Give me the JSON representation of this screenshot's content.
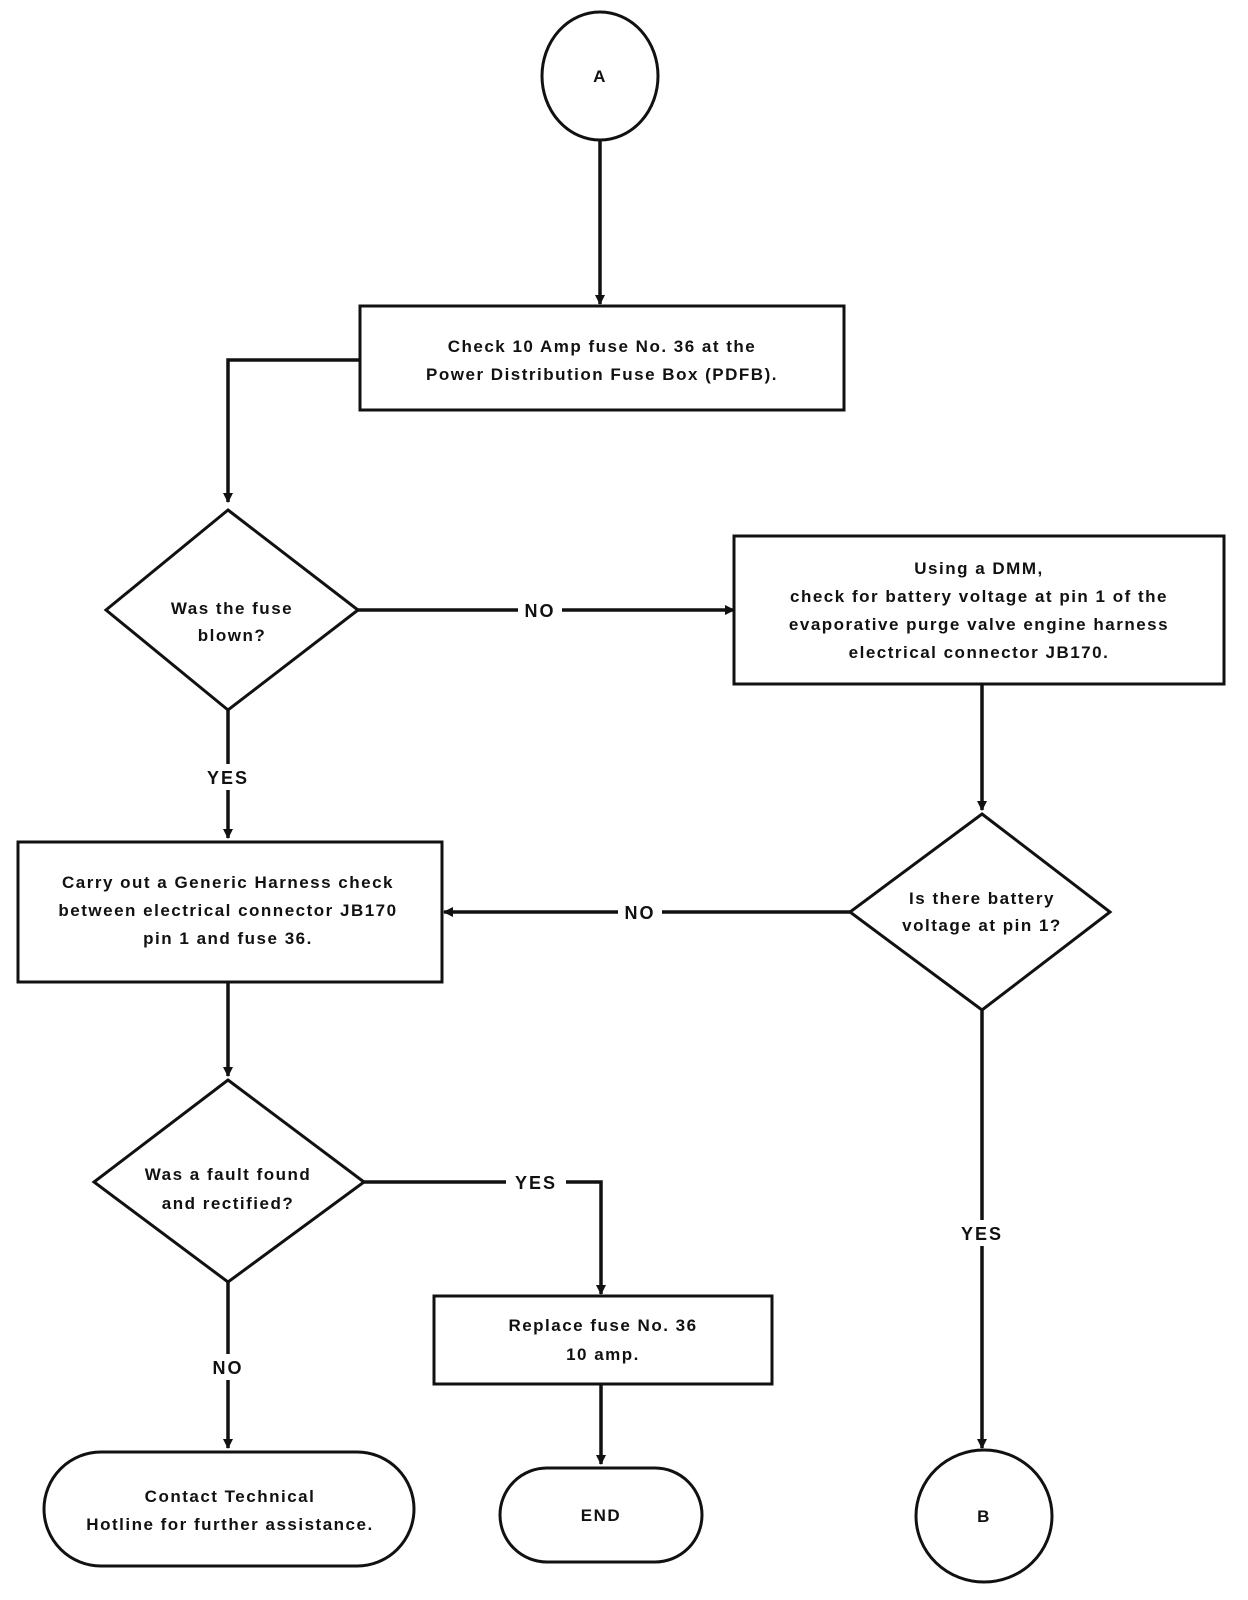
{
  "nodes": {
    "connector_a": "A",
    "check_fuse": [
      "Check 10 Amp fuse No. 36 at the",
      "Power Distribution Fuse Box (PDFB)."
    ],
    "fuse_blown": [
      "Was the fuse",
      "blown?"
    ],
    "using_dmm": [
      "Using a DMM,",
      "check for battery voltage at pin 1 of the",
      "evaporative purge valve engine harness",
      "electrical connector JB170."
    ],
    "generic_harness": [
      "Carry out a Generic Harness check",
      "between electrical connector JB170",
      "pin 1 and fuse 36."
    ],
    "battery_voltage": [
      "Is there battery",
      "voltage at pin 1?"
    ],
    "fault_found": [
      "Was a fault found",
      "and rectified?"
    ],
    "replace_fuse": [
      "Replace fuse No. 36",
      "10 amp."
    ],
    "contact_hotline": [
      "Contact Technical",
      "Hotline for further assistance."
    ],
    "end": "END",
    "connector_b": "B"
  },
  "edge_labels": {
    "fuse_blown_no": "NO",
    "fuse_blown_yes": "YES",
    "battery_voltage_no": "NO",
    "battery_voltage_yes": "YES",
    "fault_found_yes": "YES",
    "fault_found_no": "NO"
  }
}
